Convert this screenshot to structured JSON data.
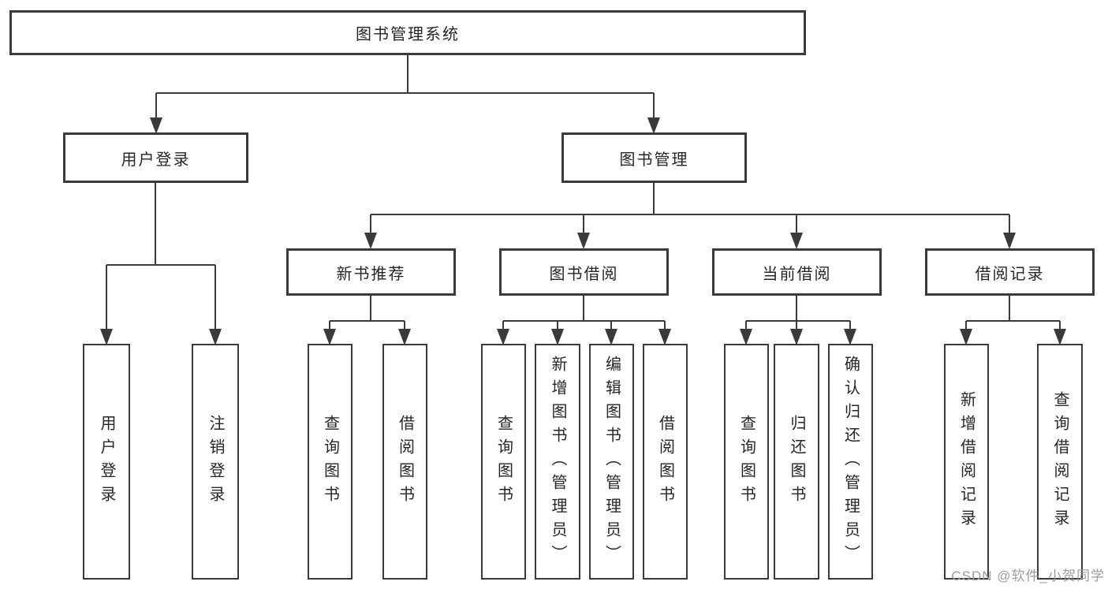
{
  "colors": {
    "background": "#ffffff",
    "line": "#3a3a3a",
    "text": "#262626",
    "watermark": "#9c9c9c"
  },
  "watermark": "CSDN @软件_小贺同学",
  "tree": {
    "root": {
      "label": "图书管理系统"
    },
    "branches": [
      {
        "label": "用户登录",
        "leaves": [
          {
            "label": "用户登录"
          },
          {
            "label": "注销登录"
          }
        ]
      },
      {
        "label": "图书管理",
        "sections": [
          {
            "label": "新书推荐",
            "leaves": [
              {
                "label": "查询图书"
              },
              {
                "label": "借阅图书"
              }
            ]
          },
          {
            "label": "图书借阅",
            "leaves": [
              {
                "label": "查询图书"
              },
              {
                "label": "新增图书（管理员）"
              },
              {
                "label": "编辑图书（管理员）"
              },
              {
                "label": "借阅图书"
              }
            ]
          },
          {
            "label": "当前借阅",
            "leaves": [
              {
                "label": "查询图书"
              },
              {
                "label": "归还图书"
              },
              {
                "label": "确认归还（管理员）"
              }
            ]
          },
          {
            "label": "借阅记录",
            "leaves": [
              {
                "label": "新增借阅记录"
              },
              {
                "label": "查询借阅记录"
              }
            ]
          }
        ]
      }
    ]
  }
}
